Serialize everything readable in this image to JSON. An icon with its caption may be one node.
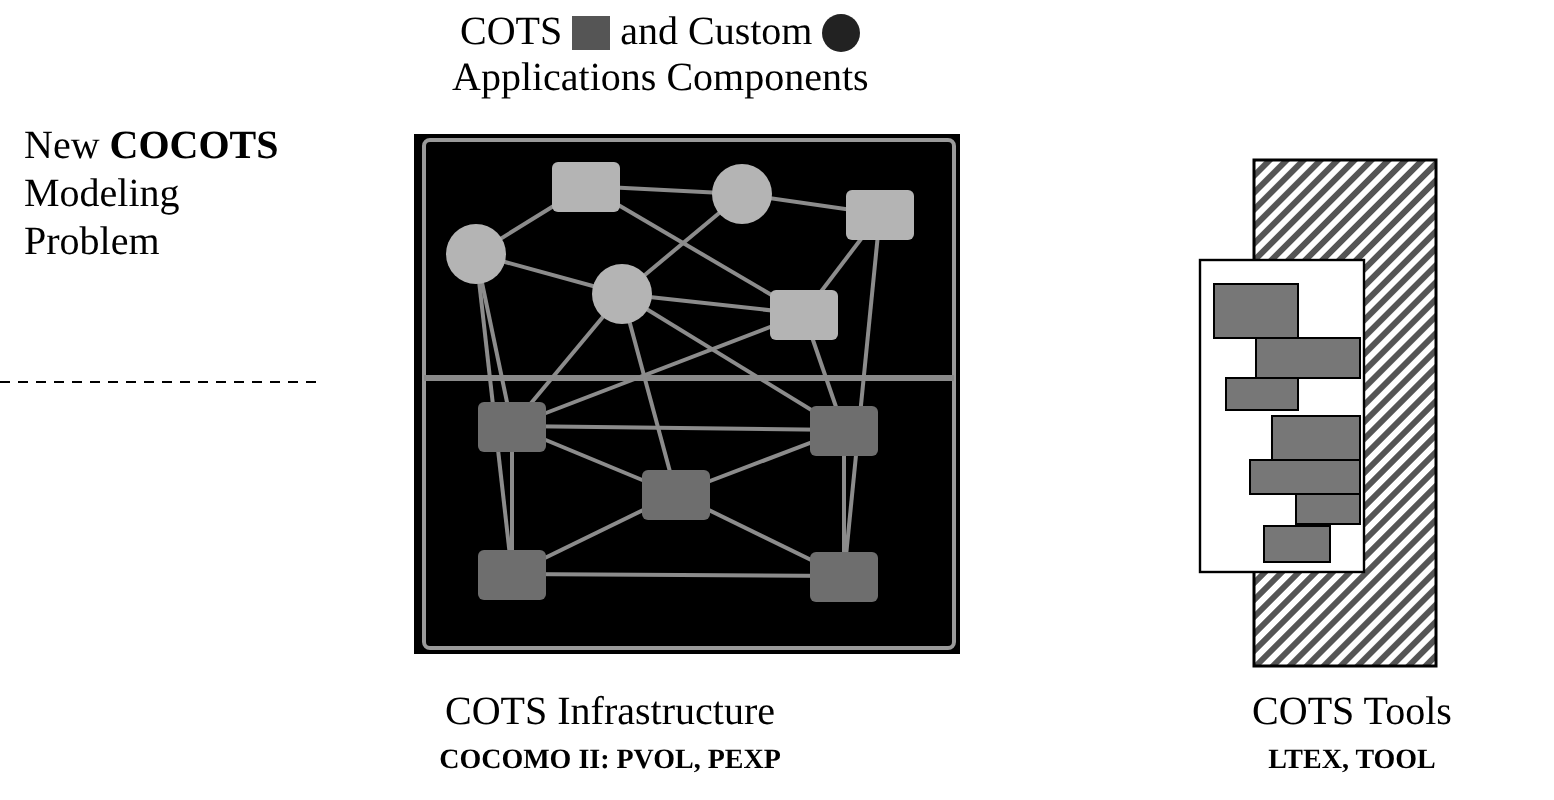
{
  "diagram": {
    "labels": [
      "COTS",
      "and Custom",
      "Applications Components",
      "New **COCOTS** Modeling Problem",
      "COTS Infrastructure",
      "COCOMO II: PVOL, PEXP",
      "COTS Tools",
      "LTEX, TOOL"
    ]
  }
}
